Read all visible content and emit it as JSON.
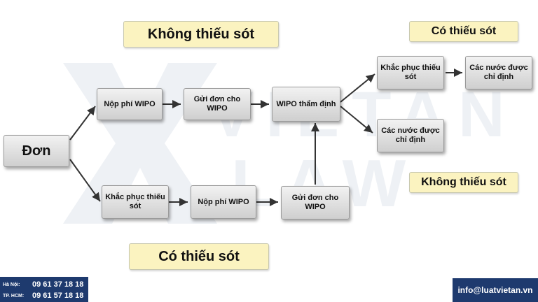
{
  "labels": {
    "top_left": "Không thiếu sót",
    "top_right": "Có thiếu sót",
    "bottom_center": "Có thiếu sót",
    "right_mid": "Không thiếu sót"
  },
  "nodes": {
    "don": "Đơn",
    "nop_phi_top": "Nộp phí WIPO",
    "gui_don_top": "Gửi đơn cho WIPO",
    "wipo_tham_dinh": "WIPO thẩm định",
    "khac_phuc_right": "Khắc phục thiếu sót",
    "cac_nuoc_top": "Các nước được chỉ định",
    "cac_nuoc_mid": "Các nước được chỉ định",
    "khac_phuc_bottom": "Khắc phục thiếu sót",
    "nop_phi_bottom": "Nộp phí WIPO",
    "gui_don_bottom": "Gửi đơn cho WIPO"
  },
  "watermark": {
    "line1": "VIETAN",
    "line2": "LAW"
  },
  "footer": {
    "hanoi_label": "Hà Nội:",
    "hanoi_phone": "09 61 37 18 18",
    "hcm_label": "TP. HCM:",
    "hcm_phone": "09 61 57 18 18",
    "email": "info@luatvietan.vn"
  },
  "colors": {
    "tag_bg": "#fbf3c0",
    "footer_bg": "#1e3a6e",
    "box_top": "#f2f2f2",
    "box_bottom": "#cfcfcf"
  }
}
